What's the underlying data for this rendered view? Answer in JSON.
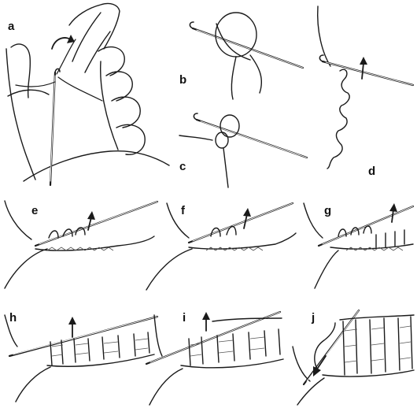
{
  "panels": [
    {
      "id": "a",
      "label": "a"
    },
    {
      "id": "b",
      "label": "b"
    },
    {
      "id": "c",
      "label": "c"
    },
    {
      "id": "d",
      "label": "d"
    },
    {
      "id": "e",
      "label": "e"
    },
    {
      "id": "f",
      "label": "f"
    },
    {
      "id": "g",
      "label": "g"
    },
    {
      "id": "h",
      "label": "h"
    },
    {
      "id": "i",
      "label": "i"
    },
    {
      "id": "j",
      "label": "j"
    }
  ],
  "ink_color": "#1a1a1a",
  "background": "#ffffff"
}
